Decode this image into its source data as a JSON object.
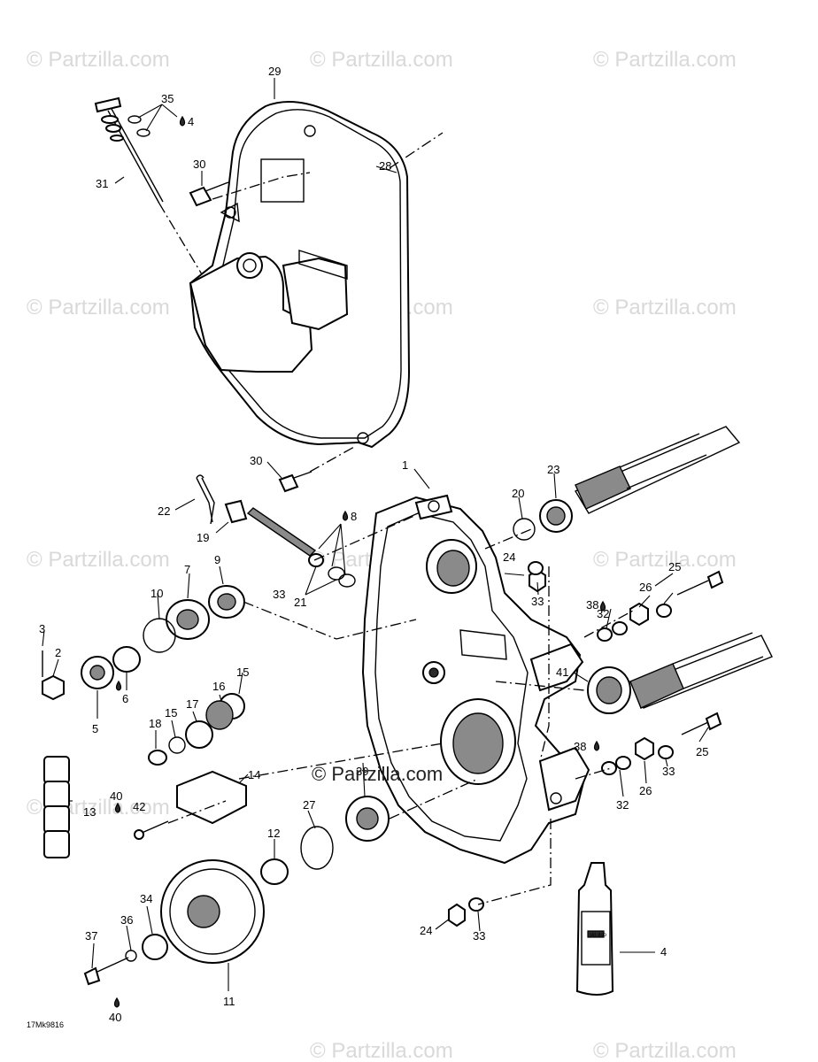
{
  "watermarks": [
    "© Partzilla.com",
    "© Partzilla.com",
    "© Partzilla.com",
    "© Partzilla.com",
    "© Partzilla.com",
    "© Partzilla.com",
    "© Partzilla.com",
    "© Partzilla.com",
    "© Partzilla.com",
    "© Partzilla.com",
    "© Partzilla.com",
    "© Partzilla.com"
  ],
  "center_watermark": "© Partzilla.com",
  "diagram_code": "17Mk9816",
  "callouts": [
    "29",
    "35",
    "4",
    "30",
    "28",
    "31",
    "30",
    "1",
    "23",
    "20",
    "22",
    "8",
    "19",
    "24",
    "33",
    "9",
    "7",
    "25",
    "33",
    "26",
    "21",
    "10",
    "38",
    "3",
    "32",
    "2",
    "15",
    "16",
    "41",
    "6",
    "17",
    "5",
    "15",
    "18",
    "39",
    "38",
    "25",
    "33",
    "14",
    "40",
    "26",
    "42",
    "32",
    "13",
    "27",
    "12",
    "34",
    "36",
    "4",
    "24",
    "33",
    "37",
    "11",
    "40"
  ],
  "bottle_label": "ski doo"
}
